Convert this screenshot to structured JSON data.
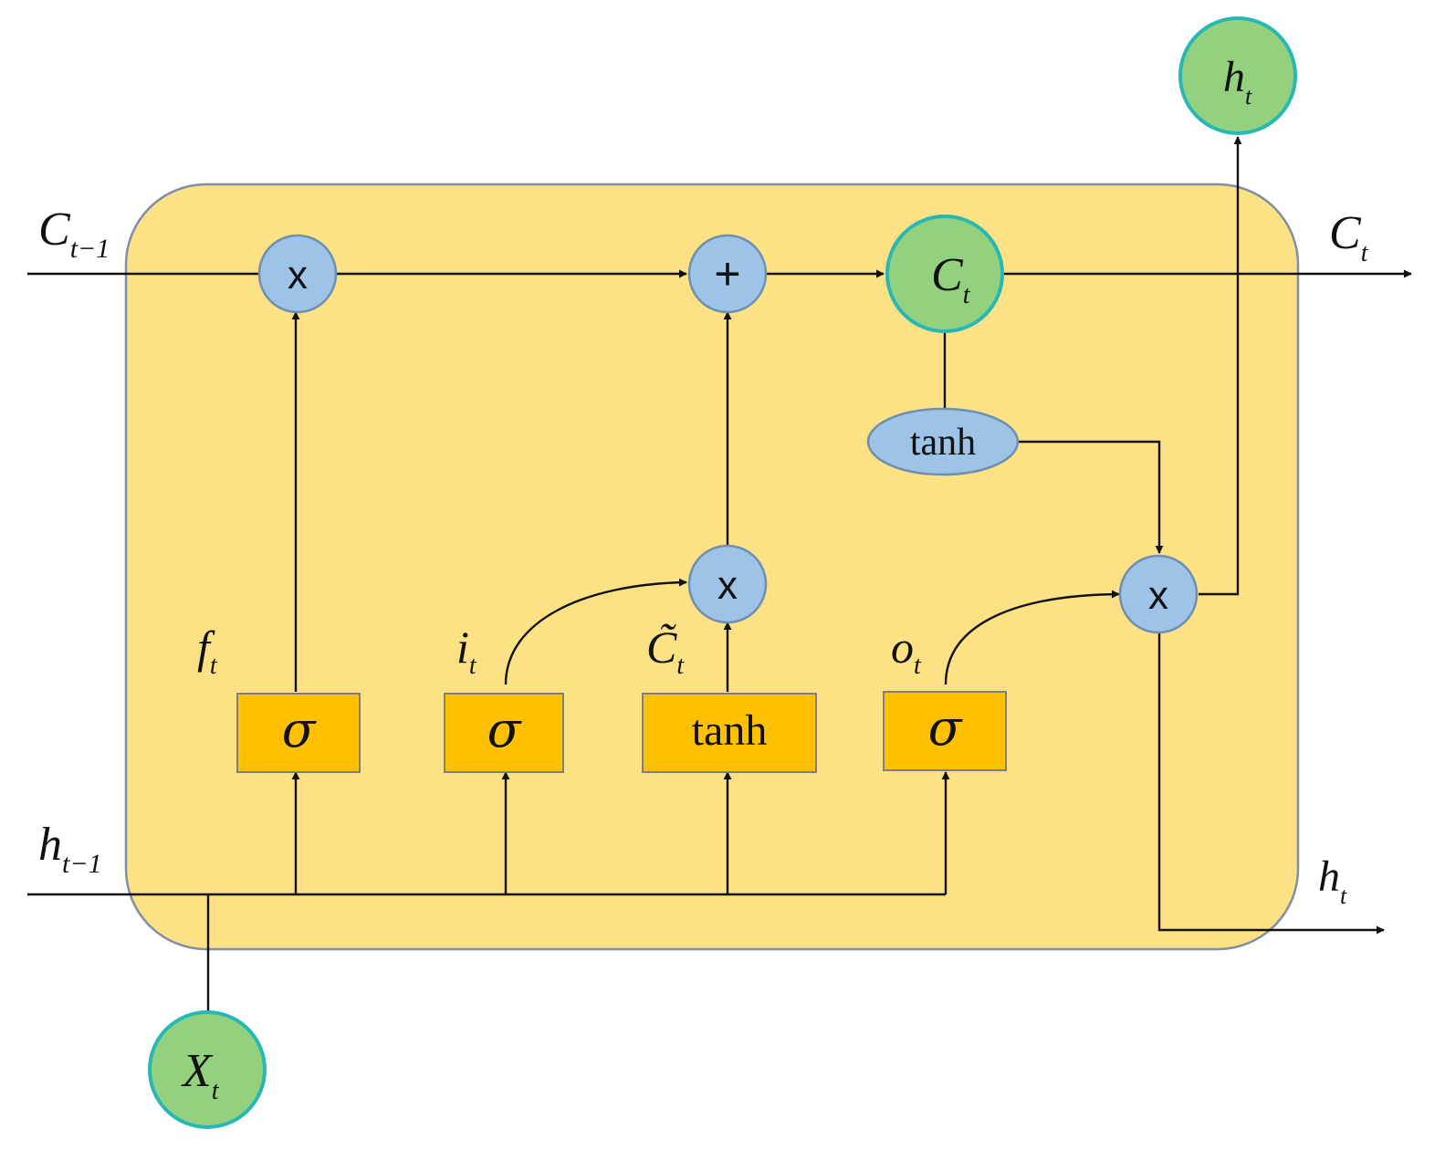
{
  "inputs": {
    "c_prev": {
      "main": "C",
      "sub": "t−1"
    },
    "h_prev": {
      "main": "h",
      "sub": "t−1"
    },
    "x_t": {
      "main": "X",
      "sub": "t"
    }
  },
  "outputs": {
    "c_t": {
      "main": "C",
      "sub": "t"
    },
    "h_t": {
      "main": "h",
      "sub": "t"
    },
    "h_t_top": {
      "main": "h",
      "sub": "t"
    }
  },
  "cell_state": {
    "main": "C",
    "sub": "t"
  },
  "gate_labels": {
    "forget": {
      "main": "f",
      "sub": "t"
    },
    "input": {
      "main": "i",
      "sub": "t"
    },
    "candidate": {
      "main": "C̃",
      "sub": "t"
    },
    "output": {
      "main": "o",
      "sub": "t"
    }
  },
  "gates": {
    "forget_fn": "σ",
    "input_fn": "σ",
    "candidate_fn": "tanh",
    "output_fn": "σ"
  },
  "cell_tanh": "tanh",
  "operators": {
    "forget_mul": "x",
    "add": "+",
    "input_mul": "x",
    "output_mul": "x"
  },
  "colors": {
    "cell_fill": "#fde185",
    "cell_border": "#7f8fa6",
    "gate_fill": "#ffc000",
    "op_fill": "#9dc3e6",
    "op_border": "#6f8fb0",
    "state_fill": "#93d17f",
    "state_border": "#27b7b5"
  }
}
